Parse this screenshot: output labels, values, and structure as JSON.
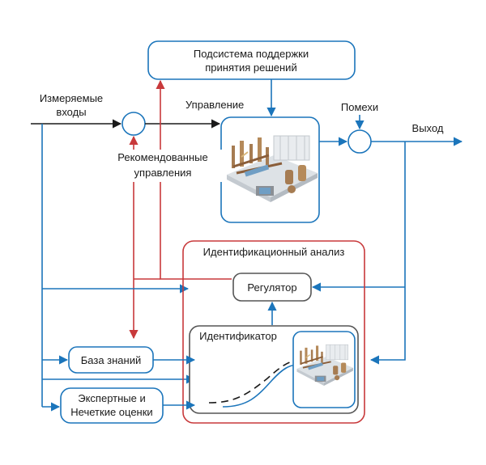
{
  "decision_support": {
    "line1": "Подсистема поддержки",
    "line2": "принятия решений"
  },
  "inputs": {
    "line1": "Измеряемые",
    "line2": "входы"
  },
  "control_label": "Управление",
  "disturbance_label": "Помехи",
  "output_label": "Выход",
  "recommended": {
    "line1": "Рекомендованные",
    "line2": "управления"
  },
  "ident_analysis_label": "Идентификационный анализ",
  "regulator_label": "Регулятор",
  "identifier_label": "Идентификатор",
  "knowledge_base_label": "База знаний",
  "expert": {
    "line1": "Экспертные и",
    "line2": "Нечеткие оценки"
  },
  "colors": {
    "blue": "#1b75bb",
    "red": "#c8393b",
    "gray": "#555555",
    "ink": "#1a1a1a"
  },
  "icons": [
    "plant-diagram-icon",
    "plant-diagram-small-icon",
    "summing-junction-icon"
  ]
}
